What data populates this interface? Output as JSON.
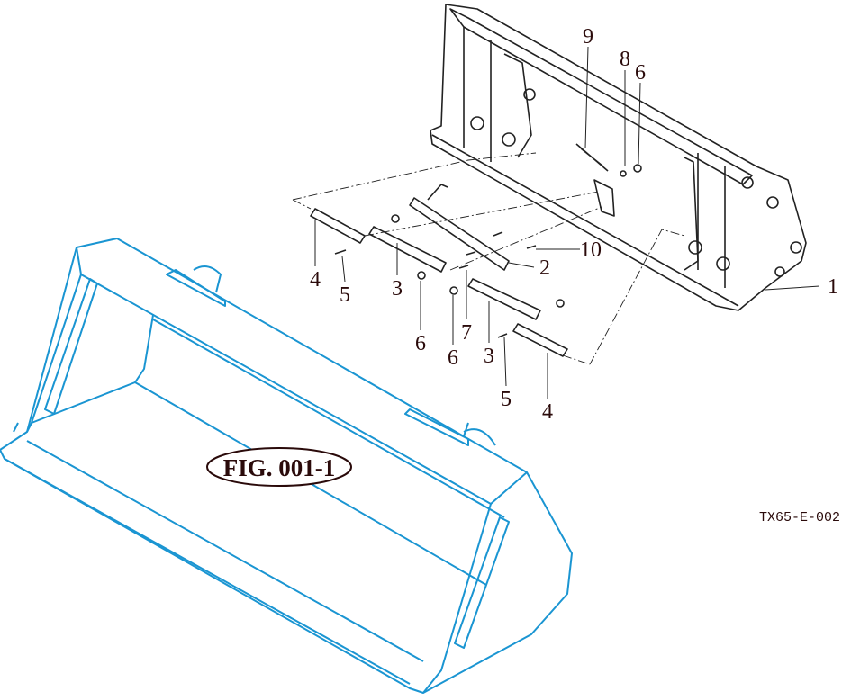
{
  "figure": {
    "label": "FIG. 001-1",
    "drawing_code": "TX65-E-002"
  },
  "callouts": [
    {
      "id": "c9",
      "text": "9"
    },
    {
      "id": "c8",
      "text": "8"
    },
    {
      "id": "c6a",
      "text": "6"
    },
    {
      "id": "c10",
      "text": "10"
    },
    {
      "id": "c2",
      "text": "2"
    },
    {
      "id": "c1",
      "text": "1"
    },
    {
      "id": "c4a",
      "text": "4"
    },
    {
      "id": "c5a",
      "text": "5"
    },
    {
      "id": "c3a",
      "text": "3"
    },
    {
      "id": "c6b",
      "text": "6"
    },
    {
      "id": "c7",
      "text": "7"
    },
    {
      "id": "c6c",
      "text": "6"
    },
    {
      "id": "c3b",
      "text": "3"
    },
    {
      "id": "c5b",
      "text": "5"
    },
    {
      "id": "c4b",
      "text": "4"
    }
  ],
  "colors": {
    "bucket": "#1a95d2",
    "ink": "#2a0a0a"
  }
}
